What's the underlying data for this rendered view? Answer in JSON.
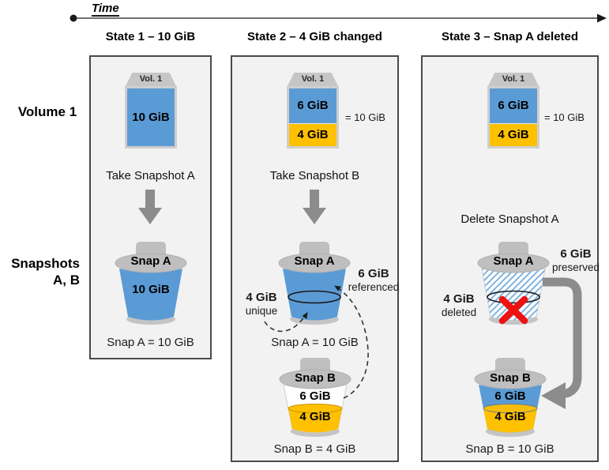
{
  "timeline": {
    "label": "Time"
  },
  "row_labels": {
    "volume": "Volume 1",
    "snapshots_line1": "Snapshots",
    "snapshots_line2": "A, B"
  },
  "colors": {
    "blue": "#5B9BD5",
    "orange": "#FFC000",
    "red": "#EE1111",
    "panel_bg": "#F2F2F2",
    "bucket_gray": "#BFBFBF",
    "arrow_gray": "#8C8C8C",
    "hatch_blue": "#7FB2DE"
  },
  "panels": [
    {
      "header": "State 1 – 10 GiB",
      "volume": {
        "cap": "Vol. 1",
        "value": "10 GiB"
      },
      "action": "Take Snapshot A",
      "snap_a": {
        "lid": "Snap A",
        "value": "10 GiB",
        "caption": "Snap A = 10 GiB"
      }
    },
    {
      "header": "State 2 – 4 GiB changed",
      "volume": {
        "cap": "Vol. 1",
        "blue": "6 GiB",
        "orange": "4 GiB",
        "total": "= 10 GiB"
      },
      "action": "Take Snapshot B",
      "snap_a": {
        "lid": "Snap A",
        "caption": "Snap A = 10 GiB",
        "left": {
          "value": "4 GiB",
          "desc": "unique"
        },
        "right": {
          "value": "6 GiB",
          "desc": "referenced"
        }
      },
      "snap_b": {
        "lid": "Snap B",
        "top": "6 GiB",
        "bottom": "4 GiB",
        "caption": "Snap B = 4 GiB"
      }
    },
    {
      "header": "State 3 – Snap A deleted",
      "volume": {
        "cap": "Vol. 1",
        "blue": "6 GiB",
        "orange": "4 GiB",
        "total": "= 10 GiB"
      },
      "action": "Delete Snapshot A",
      "snap_a": {
        "lid": "Snap A",
        "left": {
          "value": "4 GiB",
          "desc": "deleted"
        },
        "right": {
          "value": "6 GiB",
          "desc": "preserved"
        }
      },
      "snap_b": {
        "lid": "Snap B",
        "top": "6 GiB",
        "bottom": "4 GiB",
        "caption": "Snap B = 10 GiB"
      }
    }
  ]
}
